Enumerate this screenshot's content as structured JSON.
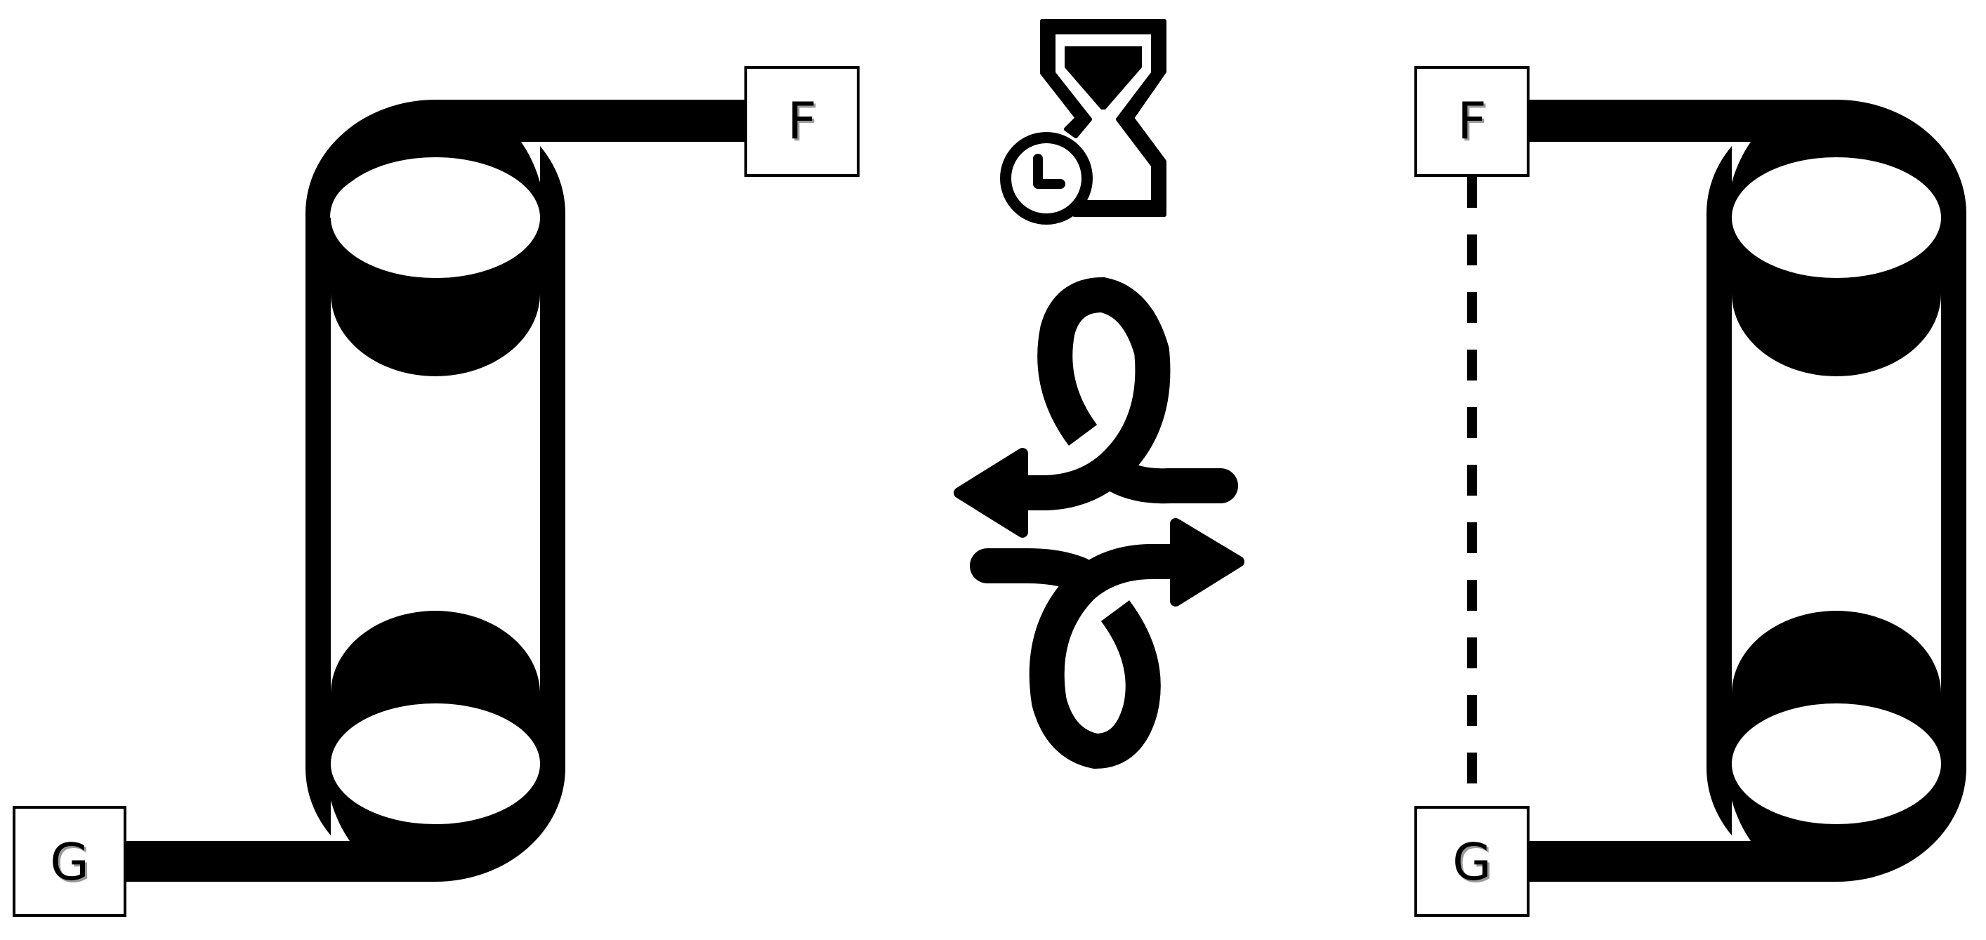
{
  "colors": {
    "ink": "#000000",
    "paper": "#ffffff",
    "label_shadow": "#9a9a9a"
  },
  "left_system": {
    "top_box": {
      "label": "F"
    },
    "bottom_box": {
      "label": "G"
    }
  },
  "right_system": {
    "top_box": {
      "label": "F"
    },
    "bottom_box": {
      "label": "G"
    },
    "link_style": "dashed"
  },
  "center_icons": [
    {
      "icon": "hourglass-clock-icon"
    },
    {
      "icon": "twisted-exchange-arrows-icon"
    }
  ]
}
